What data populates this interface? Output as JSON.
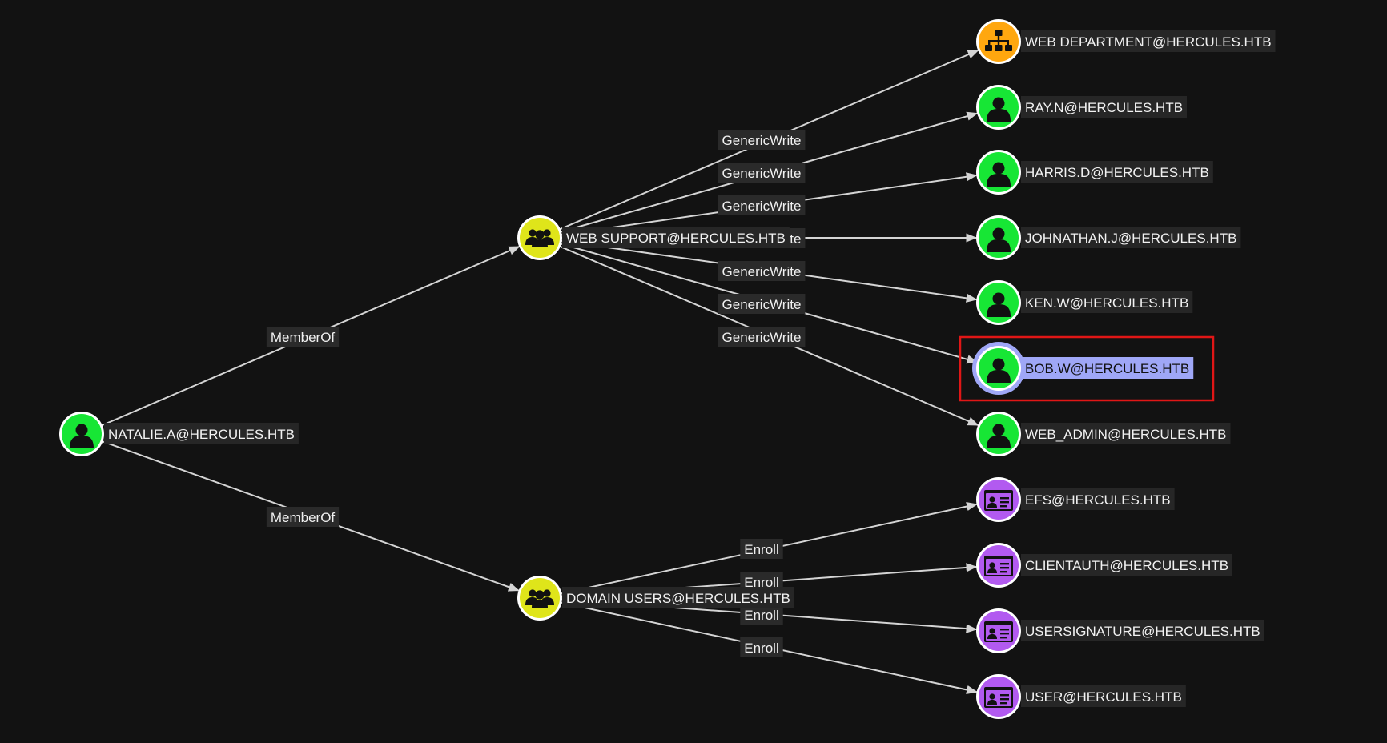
{
  "graph": {
    "nodes": [
      {
        "id": "natalie",
        "label": "NATALIE.A@HERCULES.HTB",
        "kind": "user"
      },
      {
        "id": "websupport",
        "label": "WEB SUPPORT@HERCULES.HTB",
        "kind": "group"
      },
      {
        "id": "domainusers",
        "label": "DOMAIN USERS@HERCULES.HTB",
        "kind": "group"
      },
      {
        "id": "webdept",
        "label": "WEB DEPARTMENT@HERCULES.HTB",
        "kind": "ou"
      },
      {
        "id": "ray",
        "label": "RAY.N@HERCULES.HTB",
        "kind": "user"
      },
      {
        "id": "harris",
        "label": "HARRIS.D@HERCULES.HTB",
        "kind": "user"
      },
      {
        "id": "johnathan",
        "label": "JOHNATHAN.J@HERCULES.HTB",
        "kind": "user"
      },
      {
        "id": "ken",
        "label": "KEN.W@HERCULES.HTB",
        "kind": "user"
      },
      {
        "id": "bob",
        "label": "BOB.W@HERCULES.HTB",
        "kind": "user",
        "selected": true
      },
      {
        "id": "webadmin",
        "label": "WEB_ADMIN@HERCULES.HTB",
        "kind": "user"
      },
      {
        "id": "efs",
        "label": "EFS@HERCULES.HTB",
        "kind": "template"
      },
      {
        "id": "clientauth",
        "label": "CLIENTAUTH@HERCULES.HTB",
        "kind": "template"
      },
      {
        "id": "usersignature",
        "label": "USERSIGNATURE@HERCULES.HTB",
        "kind": "template"
      },
      {
        "id": "user",
        "label": "USER@HERCULES.HTB",
        "kind": "template"
      }
    ],
    "edges": [
      {
        "source": "natalie",
        "target": "websupport",
        "label": "MemberOf"
      },
      {
        "source": "natalie",
        "target": "domainusers",
        "label": "MemberOf"
      },
      {
        "source": "websupport",
        "target": "webdept",
        "label": "GenericWrite"
      },
      {
        "source": "websupport",
        "target": "ray",
        "label": "GenericWrite"
      },
      {
        "source": "websupport",
        "target": "harris",
        "label": "GenericWrite"
      },
      {
        "source": "websupport",
        "target": "johnathan",
        "label": "GenericWrite"
      },
      {
        "source": "websupport",
        "target": "ken",
        "label": "GenericWrite"
      },
      {
        "source": "websupport",
        "target": "bob",
        "label": "GenericWrite"
      },
      {
        "source": "websupport",
        "target": "webadmin",
        "label": "GenericWrite"
      },
      {
        "source": "domainusers",
        "target": "efs",
        "label": "Enroll"
      },
      {
        "source": "domainusers",
        "target": "clientauth",
        "label": "Enroll"
      },
      {
        "source": "domainusers",
        "target": "usersignature",
        "label": "Enroll"
      },
      {
        "source": "domainusers",
        "target": "user",
        "label": "Enroll"
      }
    ],
    "kind_colors": {
      "user": "#17e635",
      "group": "#dfe51a",
      "ou": "#ffa70f",
      "template": "#b25af0"
    },
    "kind_icons": {
      "user": "user-icon",
      "group": "users-group-icon",
      "ou": "org-chart-icon",
      "template": "id-card-icon"
    },
    "colors": {
      "selection_box": "#e01616",
      "selection_highlight": "#9fa7f7"
    }
  }
}
